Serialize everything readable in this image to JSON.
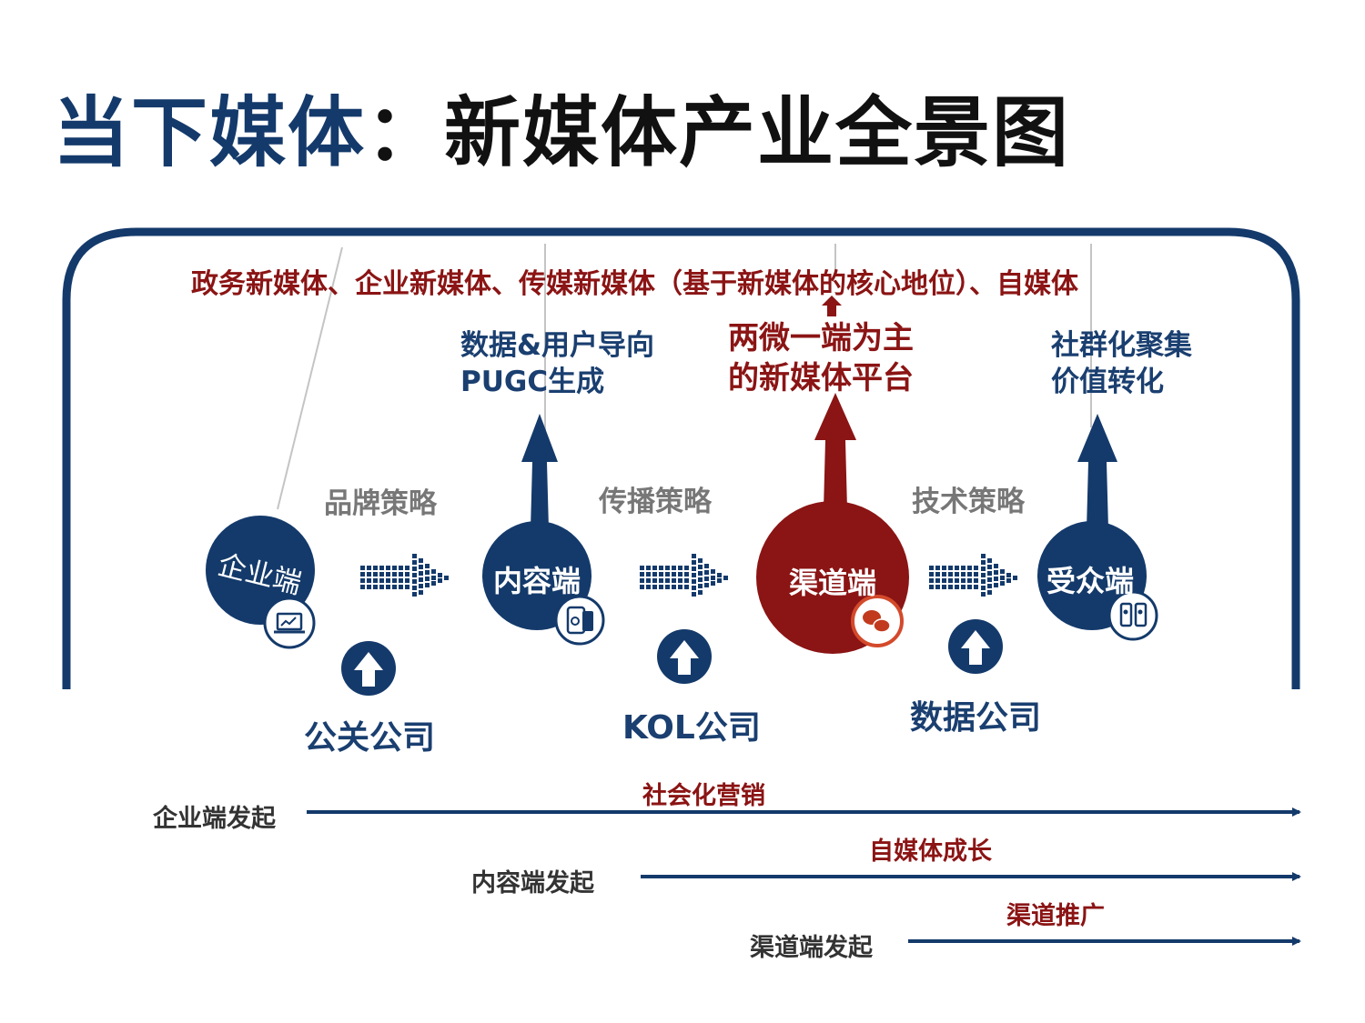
{
  "title": {
    "part1": "当下媒体",
    "part2": "：新媒体产业全景图"
  },
  "header_line": "政务新媒体、企业新媒体、传媒新媒体（基于新媒体的核心地位）、自媒体",
  "outcomes": {
    "content": [
      "数据&用户导向",
      "PUGC生成"
    ],
    "channel": [
      "两微一端为主",
      "的新媒体平台"
    ],
    "audience": [
      "社群化聚集",
      "价值转化"
    ]
  },
  "strategies": [
    "品牌策略",
    "传播策略",
    "技术策略"
  ],
  "nodes": {
    "enterprise": "企业端",
    "content": "内容端",
    "channel": "渠道端",
    "audience": "受众端"
  },
  "companies": [
    "公关公司",
    "KOL公司",
    "数据公司"
  ],
  "flows": [
    {
      "start": "企业端发起",
      "name": "社会化营销"
    },
    {
      "start": "内容端发起",
      "name": "自媒体成长"
    },
    {
      "start": "渠道端发起",
      "name": "渠道推广"
    }
  ],
  "colors": {
    "navy": "#143a6b",
    "dark_red": "#8b1414",
    "gray": "#777777"
  },
  "icons": [
    "laptop-chart-icon",
    "tablet-icon",
    "wechat-icon",
    "mobile-users-icon",
    "up-arrow-icon",
    "dotted-arrow-icon"
  ]
}
